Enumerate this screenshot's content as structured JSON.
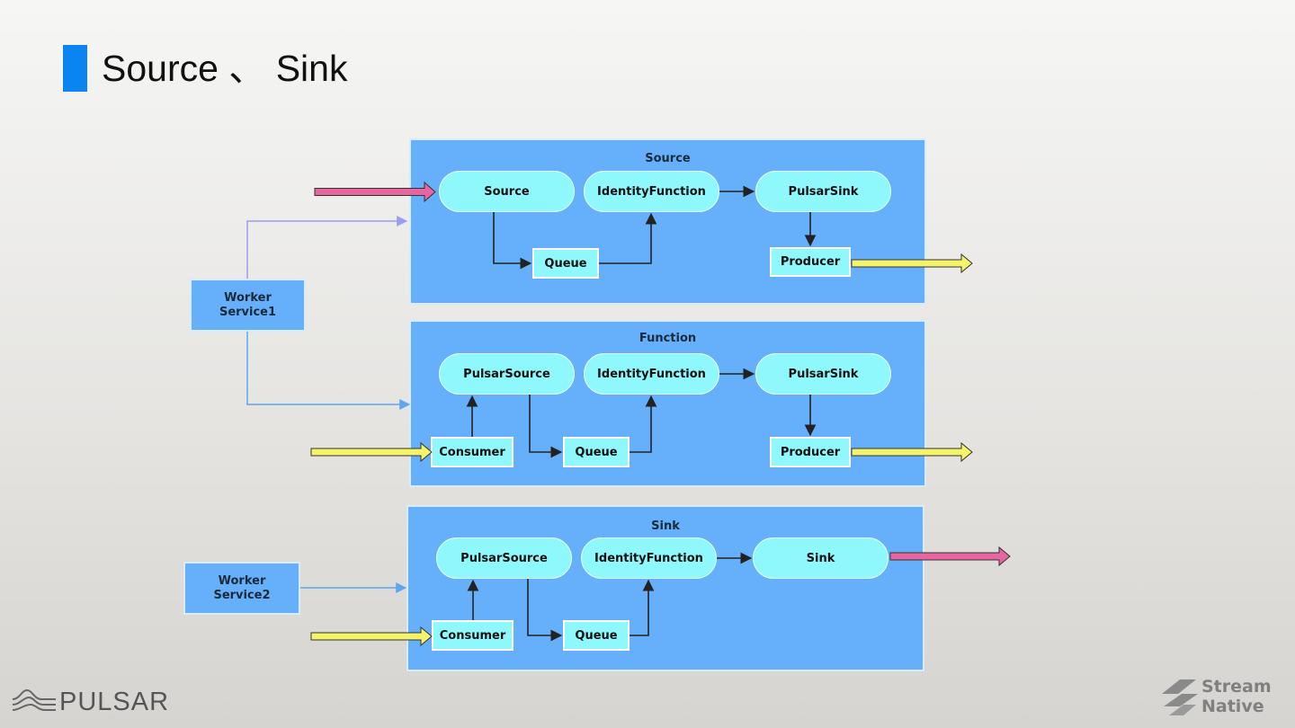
{
  "slide": {
    "title": "Source 、 Sink"
  },
  "diagram": {
    "panels": [
      {
        "title": "Source",
        "pills": [
          "Source",
          "IdentityFunction",
          "PulsarSink"
        ],
        "boxes": [
          "Queue",
          "Producer"
        ]
      },
      {
        "title": "Function",
        "pills": [
          "PulsarSource",
          "IdentityFunction",
          "PulsarSink"
        ],
        "boxes": [
          "Consumer",
          "Queue",
          "Producer"
        ]
      },
      {
        "title": "Sink",
        "pills": [
          "PulsarSource",
          "IdentityFunction",
          "Sink"
        ],
        "boxes": [
          "Consumer",
          "Queue"
        ]
      }
    ],
    "workers": [
      {
        "line1": "Worker",
        "line2": "Service1"
      },
      {
        "line1": "Worker",
        "line2": "Service2"
      }
    ],
    "colors": {
      "panel": "#66b0fb",
      "node": "#8ff8fc",
      "external_arrow": "#e7669f",
      "pulsar_arrow": "#f4f46a",
      "worker_link_1": "#9a9cf2",
      "worker_link_2": "#5fa6ef"
    }
  },
  "branding": {
    "left_logo": "PULSAR",
    "right_logo_line1": "Stream",
    "right_logo_line2": "Native",
    "icons": [
      "pulsar-wave-icon",
      "streamnative-chevron-icon"
    ]
  }
}
